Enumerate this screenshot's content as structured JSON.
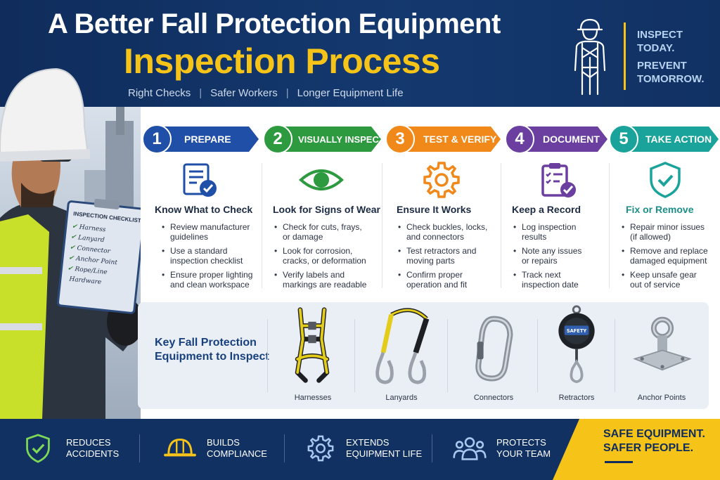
{
  "header": {
    "title_line1": "A Better Fall Protection Equipment",
    "title_line2": "Inspection Process",
    "subtitle_items": [
      "Right Checks",
      "Safer Workers",
      "Longer Equipment Life"
    ],
    "separator": "|",
    "slogan_lines": [
      "INSPECT",
      "TODAY.",
      "PREVENT",
      "TOMORROW."
    ]
  },
  "clipboard": {
    "title": "INSPECTION CHECKLIST",
    "items": [
      "Harness",
      "Lanyard",
      "Connector",
      "Anchor Point",
      "Rope/Line",
      "Hardware"
    ]
  },
  "steps": [
    {
      "number": "1",
      "label": "PREPARE",
      "color": "#1f4fa6",
      "icon": "document-check-icon",
      "heading": "Know What to Check",
      "bullets": [
        "Review manufacturer guidelines",
        "Use a standard inspection checklist",
        "Ensure proper lighting and clean workspace"
      ]
    },
    {
      "number": "2",
      "label": "VISUALLY INSPECT",
      "color": "#2e9a3f",
      "icon": "eye-icon",
      "heading": "Look for Signs of Wear",
      "bullets": [
        "Check for cuts, frays, or damage",
        "Look for corrosion, cracks, or deformation",
        "Verify labels and markings are readable"
      ]
    },
    {
      "number": "3",
      "label": "TEST & VERIFY",
      "color": "#f0891a",
      "icon": "gear-icon",
      "heading": "Ensure It Works",
      "bullets": [
        "Check buckles, locks, and connectors",
        "Test retractors and moving parts",
        "Confirm proper operation and fit"
      ]
    },
    {
      "number": "4",
      "label": "DOCUMENT",
      "color": "#6b3fa0",
      "icon": "clipboard-check-icon",
      "heading": "Keep a Record",
      "bullets": [
        "Log inspection results",
        "Note any issues or repairs",
        "Track next inspection date"
      ]
    },
    {
      "number": "5",
      "label": "TAKE ACTION",
      "color": "#1aa39b",
      "icon": "shield-check-icon",
      "heading": "Fix or Remove",
      "bullets": [
        "Repair minor issues (if allowed)",
        "Remove and replace damaged equipment",
        "Keep unsafe gear out of service"
      ]
    }
  ],
  "equipment": {
    "title_lines": [
      "Key Fall Protection",
      "Equipment to Inspect"
    ],
    "items": [
      "Harnesses",
      "Lanyards",
      "Connectors",
      "Retractors",
      "Anchor Points"
    ],
    "retractor_label": "SAFETY"
  },
  "footer": {
    "items": [
      {
        "icon": "shield-check-icon",
        "lines": [
          "REDUCES",
          "ACCIDENTS"
        ]
      },
      {
        "icon": "hard-hat-icon",
        "lines": [
          "BUILDS",
          "COMPLIANCE"
        ]
      },
      {
        "icon": "gear-icon",
        "lines": [
          "EXTENDS",
          "EQUIPMENT LIFE"
        ]
      },
      {
        "icon": "team-icon",
        "lines": [
          "PROTECTS",
          "YOUR TEAM"
        ]
      }
    ],
    "tagline_lines": [
      "SAFE EQUIPMENT.",
      "SAFER PEOPLE."
    ]
  },
  "colors": {
    "navy": "#113163",
    "yellow": "#f6c418",
    "accent_blue": "#17407d"
  }
}
